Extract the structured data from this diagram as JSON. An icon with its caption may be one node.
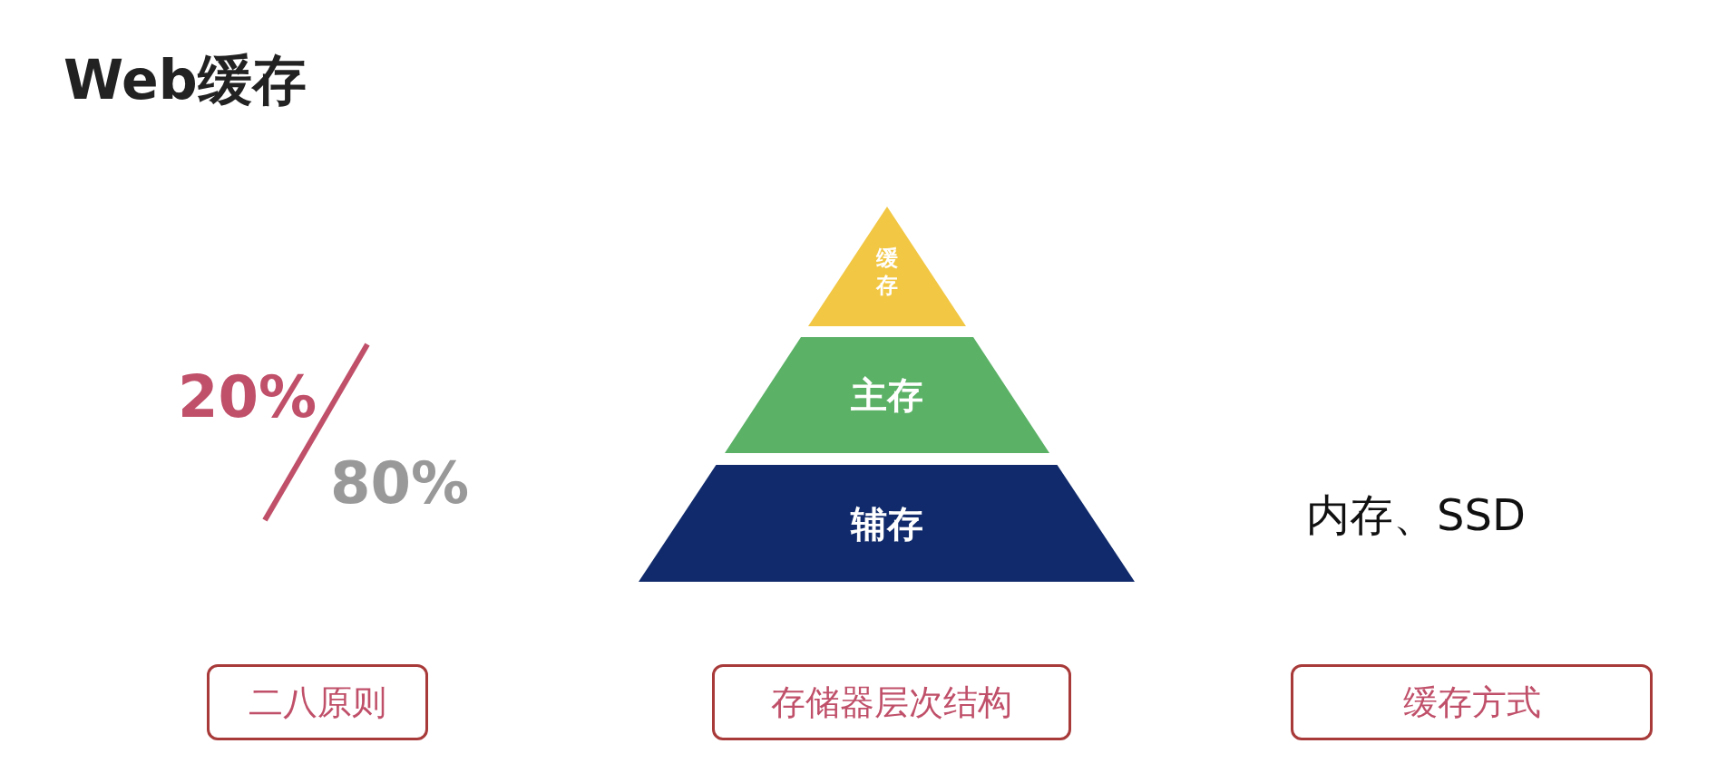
{
  "diagram": {
    "title": "Web缓存",
    "nodes": [
      {
        "text": [
          "缓存"
        ]
      },
      {
        "text": [
          "主存"
        ]
      },
      {
        "text": [
          "辅存"
        ]
      },
      {
        "text": [
          "二八原则"
        ]
      },
      {
        "text": [
          "存储器层次结构"
        ]
      },
      {
        "text": [
          "缓存方式"
        ]
      }
    ],
    "labels": [
      "20%",
      "80%",
      "内存、SSD"
    ]
  }
}
